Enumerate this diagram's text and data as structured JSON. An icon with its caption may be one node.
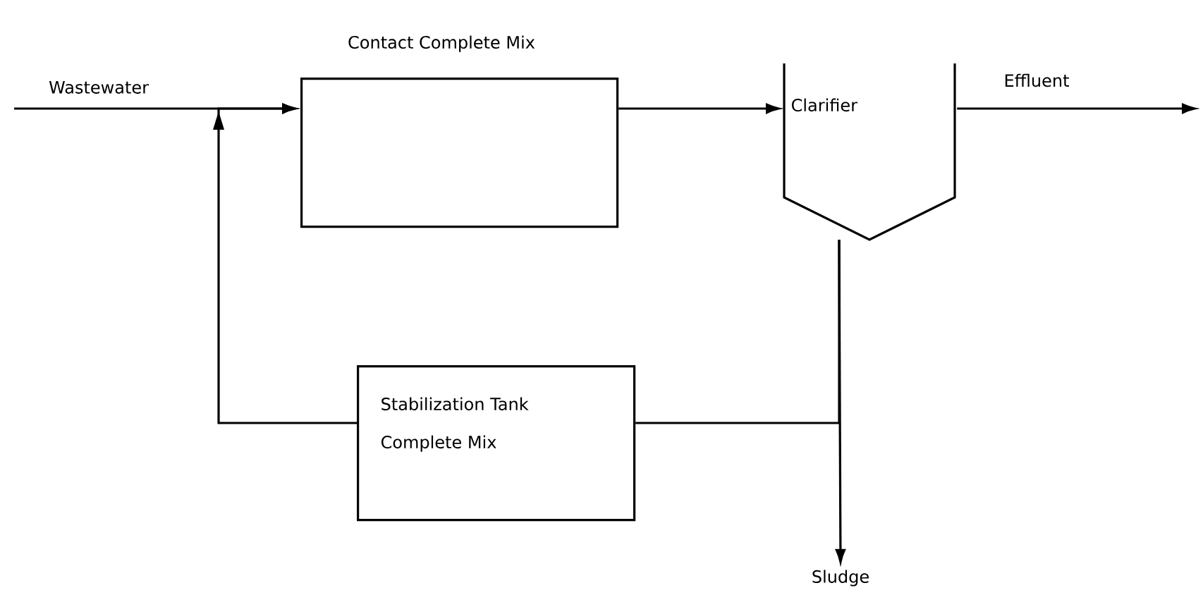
{
  "diagram": {
    "nodes": [
      {
        "text": [
          "Contact Complete Mix"
        ]
      },
      {
        "text": [
          "Clarifier"
        ]
      },
      {
        "text": [
          "Stabilization Tank Complete Mix"
        ]
      },
      {
        "text": [
          "Sludge"
        ]
      }
    ],
    "edges": [
      {
        "from": null,
        "to": 0,
        "arrow": "to",
        "label": "Wastewater"
      },
      {
        "from": 0,
        "to": 1,
        "arrow": "to"
      },
      {
        "from": 1,
        "to": null,
        "arrow": "to",
        "label": "Effluent"
      },
      {
        "from": 1,
        "to": 3,
        "arrow": "to"
      },
      {
        "from": 1,
        "to": 2,
        "arrow": "none"
      },
      {
        "from": 2,
        "to": 0,
        "arrow": "to"
      }
    ]
  }
}
